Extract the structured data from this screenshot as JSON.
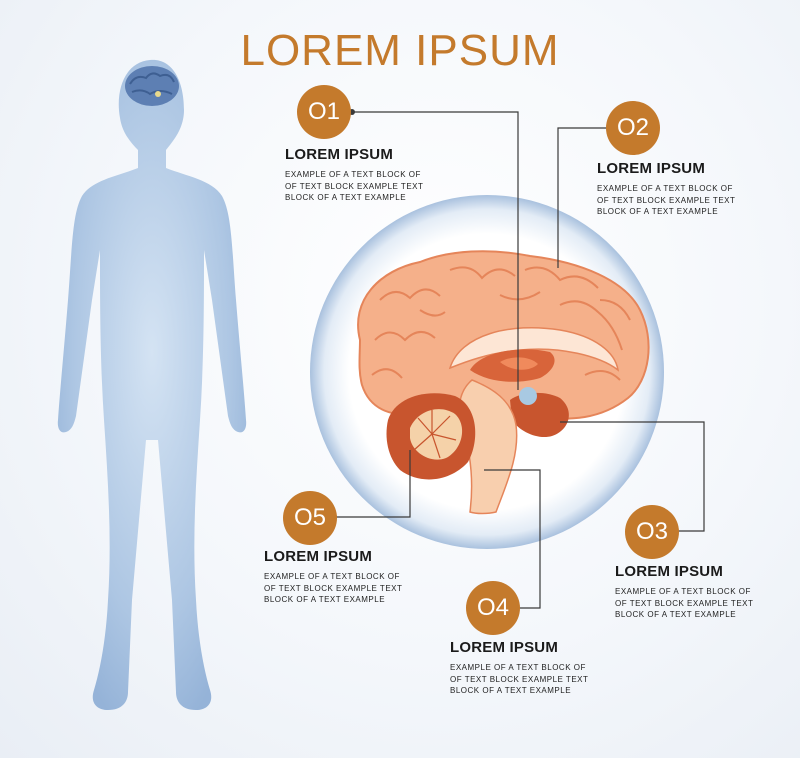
{
  "title": "LOREM IPSUM",
  "colors": {
    "accent": "#c47a2c",
    "body_silhouette": "#a9c2e0",
    "brain_cortex": "#f5b08a",
    "brain_inner": "#c8552e"
  },
  "items": [
    {
      "number": "O1",
      "heading": "LOREM IPSUM",
      "text": "EXAMPLE OF A TEXT BLOCK OF OF TEXT BLOCK EXAMPLE TEXT BLOCK OF A TEXT EXAMPLE"
    },
    {
      "number": "O2",
      "heading": "LOREM IPSUM",
      "text": "EXAMPLE OF A TEXT BLOCK OF OF TEXT BLOCK EXAMPLE TEXT BLOCK OF A TEXT EXAMPLE"
    },
    {
      "number": "O3",
      "heading": "LOREM IPSUM",
      "text": "EXAMPLE OF A TEXT BLOCK OF OF TEXT BLOCK EXAMPLE TEXT BLOCK OF A TEXT EXAMPLE"
    },
    {
      "number": "O4",
      "heading": "LOREM IPSUM",
      "text": "EXAMPLE OF A TEXT BLOCK OF OF TEXT BLOCK EXAMPLE TEXT BLOCK OF A TEXT EXAMPLE"
    },
    {
      "number": "O5",
      "heading": "LOREM IPSUM",
      "text": "EXAMPLE OF A TEXT BLOCK OF OF TEXT BLOCK EXAMPLE TEXT BLOCK OF A TEXT EXAMPLE"
    }
  ]
}
